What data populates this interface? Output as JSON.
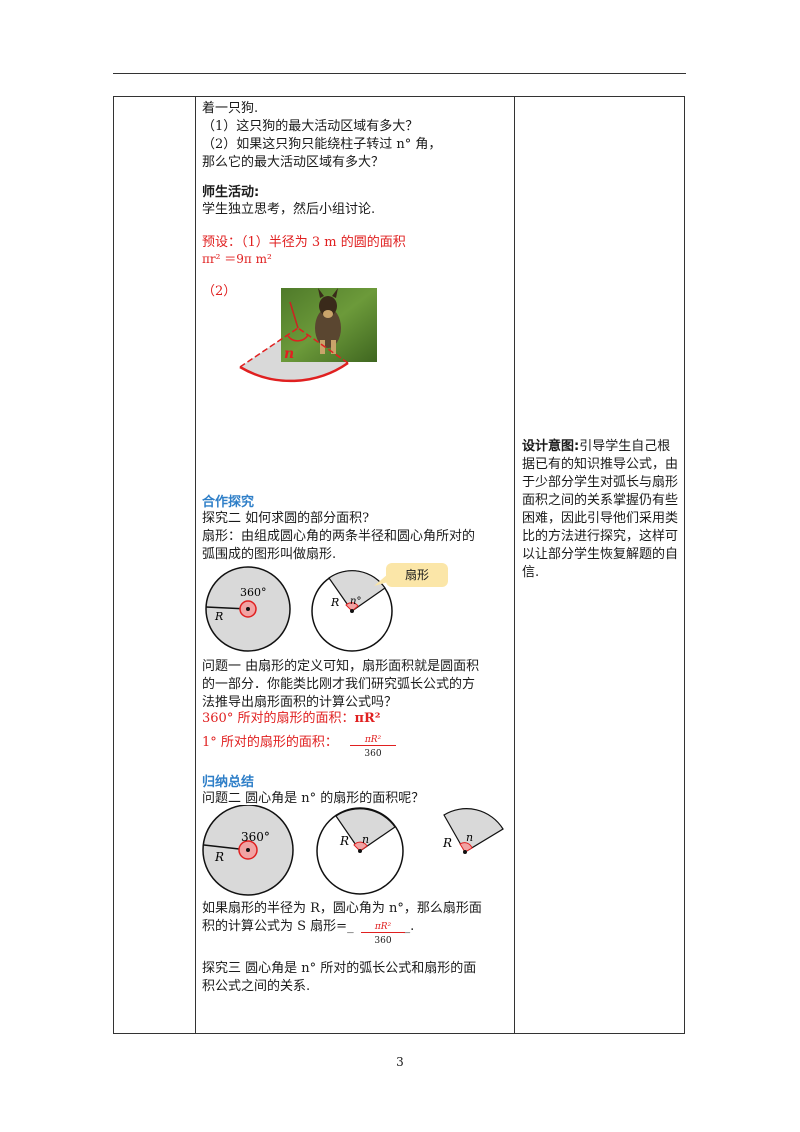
{
  "page_number": "3",
  "content": {
    "line1": "着一只狗.",
    "q1": "（1）这只狗的最大活动区域有多大？",
    "q2a": "（2）如果这只狗只能绕柱子转过  n°  角，",
    "q2b": "那么它的最大活动区域有多大？",
    "activity_title": "师生活动:",
    "activity_text": "学生独立思考，然后小组讨论.",
    "preset_a": "预设：（1）半径为  3 m  的圆的面积",
    "preset_b": "πr² ＝9π m²",
    "preset_c": "（2）",
    "dog_angle": "n",
    "coop_title": "合作探究",
    "explore2": "探究二    如何求圆的部分面积?",
    "sector_def_a": "扇形：由组成圆心角的两条半径和圆心角所对的",
    "sector_def_b": "弧围成的图形叫做扇形.",
    "fig1_angle": "360°",
    "fig1_radius": "R",
    "fig2_angle": "n°",
    "fig2_radius": "R",
    "sector_callout": "扇形",
    "q_one_a": "问题一  由扇形的定义可知，扇形面积就是圆面积",
    "q_one_b": "的一部分．你能类比刚才我们研究弧长公式的方",
    "q_one_c": "法推导出扇形面积的计算公式吗？",
    "area360_label": "360°  所对的扇形的面积：",
    "area360_value": "πR²",
    "area1_label": "1°  所对的扇形的面积：",
    "area1_num": "πR²",
    "area1_den": "360",
    "summary_title": "归纳总结",
    "q_two": "问题二  圆心角是  n°  的扇形的面积呢？",
    "fig3_angle": "360°",
    "fig3_radius": "R",
    "fig4_angle": "n",
    "fig4_radius": "R",
    "fig5_angle": "n",
    "fig5_radius": "R",
    "formula_a": "如果扇形的半径为  R，圆心角为  n°，那么扇形面",
    "formula_b_pre": "积的计算公式为 S 扇形=",
    "formula_blank_left": "_",
    "formula_blank_right": "_.",
    "formula_num": "πR²",
    "formula_den": "360",
    "explore3_a": "探究三  圆心角是  n°  所对的弧长公式和扇形的面",
    "explore3_b": "积公式之间的关系."
  },
  "note": {
    "title": "设计意图:",
    "text": "引导学生自己根据已有的知识推导公式，由于少部分学生对弧长与扇形面积之间的关系掌握仍有些困难，因此引导他们采用类比的方法进行探究，这样可以让部分学生恢复解题的自信."
  },
  "colors": {
    "accent_red": "#e02020",
    "heading_blue": "#2f7fc8",
    "sector_gray": "#d9d9d9"
  }
}
